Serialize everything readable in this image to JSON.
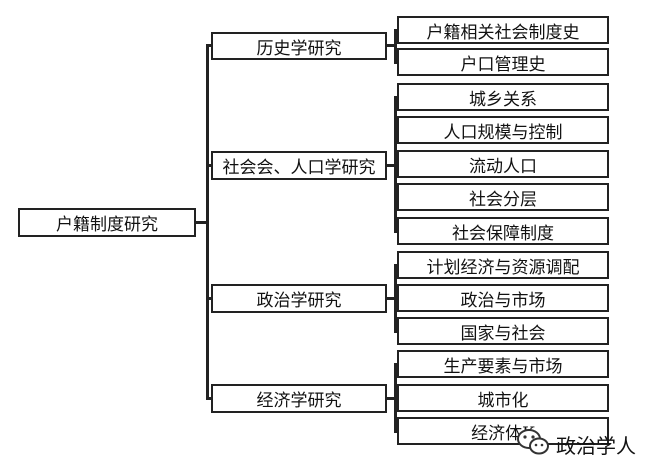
{
  "root": "户籍制度研究",
  "branches": [
    {
      "label": "历史学研究",
      "leaves": [
        "户籍相关社会制度史",
        "户口管理史"
      ]
    },
    {
      "label": "社会会、人口学研究",
      "leaves": [
        "城乡关系",
        "人口规模与控制",
        "流动人口",
        "社会分层",
        "社会保障制度"
      ]
    },
    {
      "label": "政治学研究",
      "leaves": [
        "计划经济与资源调配",
        "政治与市场",
        "国家与社会"
      ]
    },
    {
      "label": "经济学研究",
      "leaves": [
        "生产要素与市场",
        "城市化",
        "经济体K"
      ]
    }
  ],
  "watermark": {
    "text": "政治学人",
    "icon": "wechat-icon"
  }
}
